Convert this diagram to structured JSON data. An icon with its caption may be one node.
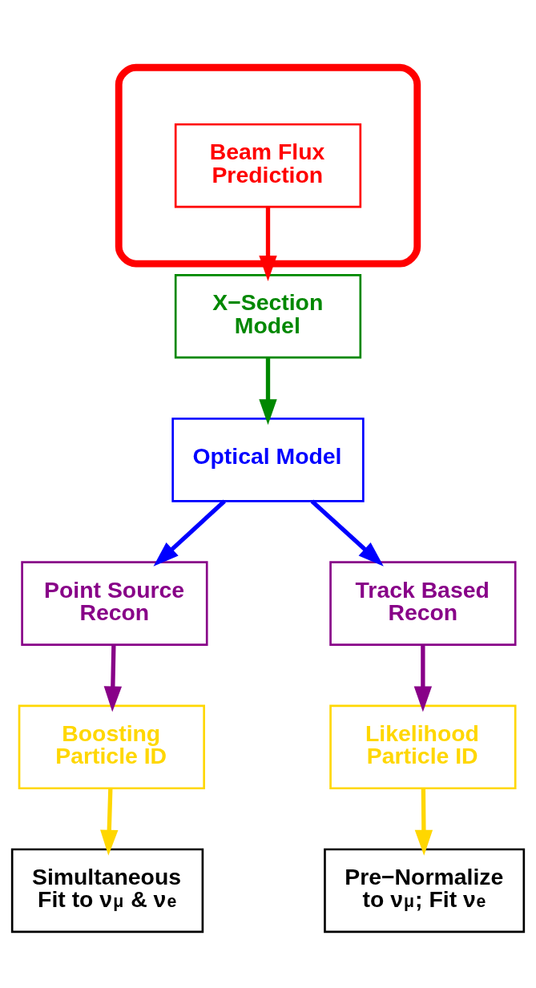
{
  "diagram": {
    "nodes": [
      {
        "text": [],
        "shape": "ellipse"
      },
      {
        "text": [
          "Beam Flux Prediction"
        ],
        "in": 0
      },
      {
        "text": [
          "X−Section Model"
        ]
      },
      {
        "text": [
          "Optical Model"
        ]
      },
      {
        "text": [
          "Point Source Recon"
        ]
      },
      {
        "text": [
          "Track Based Recon"
        ]
      },
      {
        "text": [
          "Boosting Particle ID"
        ]
      },
      {
        "text": [
          "Likelihood Particle ID"
        ]
      },
      {
        "text": [
          "Simultaneous Fit to ν$_{μ}$ & ν$_{e}$"
        ]
      },
      {
        "text": [
          "Pre−Normalize to ν$_{μ}$; Fit ν$_{e}$"
        ]
      }
    ],
    "edges": [
      {
        "from": 1,
        "to": 2,
        "arrow": "to",
        "color": "#ff0000"
      },
      {
        "from": 2,
        "to": 3,
        "arrow": "to",
        "color": "#008800"
      },
      {
        "from": 3,
        "to": 4,
        "arrow": "to",
        "color": "#0000ff"
      },
      {
        "from": 3,
        "to": 5,
        "arrow": "to",
        "color": "#0000ff"
      },
      {
        "from": 4,
        "to": 6,
        "arrow": "to",
        "color": "#880088"
      },
      {
        "from": 5,
        "to": 7,
        "arrow": "to",
        "color": "#880088"
      },
      {
        "from": 6,
        "to": 8,
        "arrow": "to",
        "color": "#ffd700"
      },
      {
        "from": 7,
        "to": 9,
        "arrow": "to",
        "color": "#ffd700"
      }
    ]
  }
}
